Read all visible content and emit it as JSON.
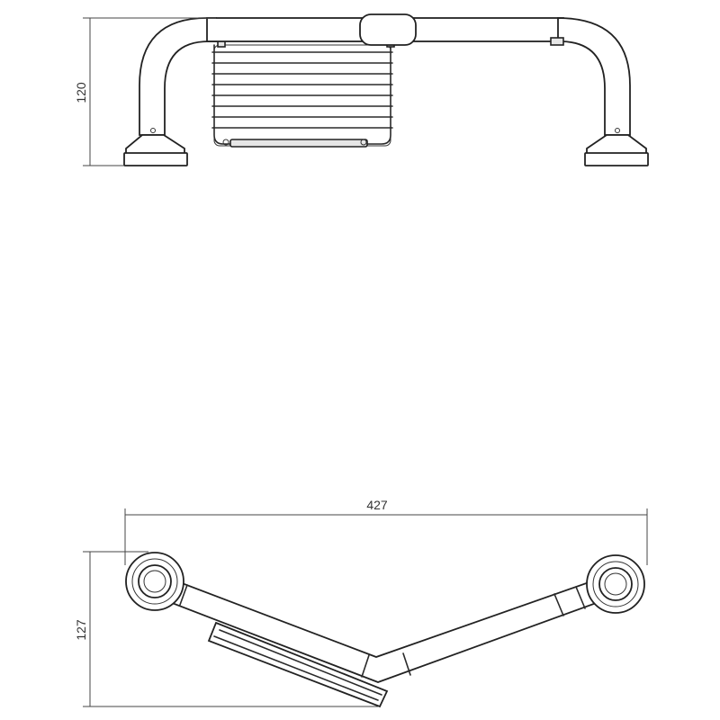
{
  "drawing": {
    "front_view": {
      "height_dimension": "120"
    },
    "top_view": {
      "width_dimension": "427",
      "depth_dimension": "127"
    },
    "colors": {
      "line": "#2a2a2a",
      "background": "#ffffff"
    }
  }
}
